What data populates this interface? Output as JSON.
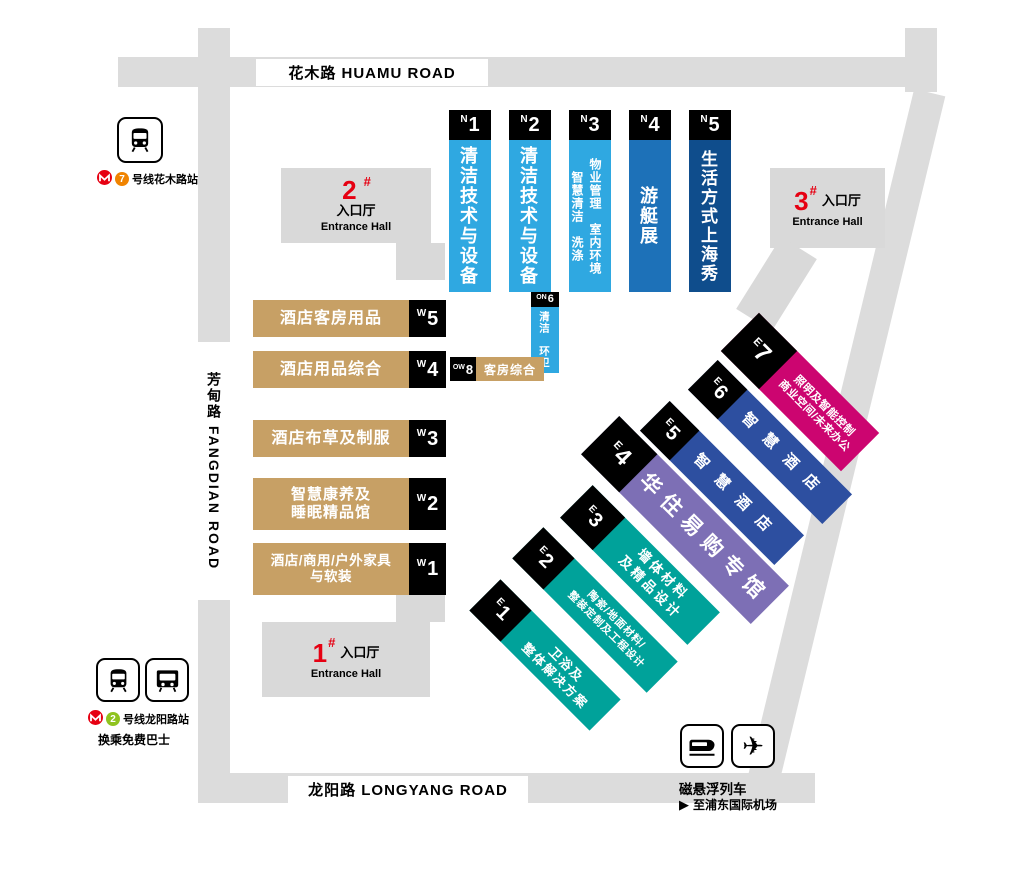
{
  "roads": {
    "huamu": {
      "label": "花木路  HUAMU ROAD"
    },
    "fangdian": {
      "label": "芳甸路 FANGDIAN ROAD"
    },
    "longyang": {
      "label": "龙阳路  LONGYANG ROAD"
    }
  },
  "entrance_halls": [
    {
      "num": "2",
      "sup": "#",
      "zh": "入口厅",
      "en": "Entrance Hall"
    },
    {
      "num": "3",
      "sup": "#",
      "zh": "入口厅",
      "en": "Entrance Hall"
    },
    {
      "num": "1",
      "sup": "#",
      "zh": "入口厅",
      "en": "Entrance Hall"
    }
  ],
  "north_halls": [
    {
      "prefix": "N",
      "num": "1",
      "lines": [
        "清洁技术与设备"
      ],
      "color": "#2fa8e1"
    },
    {
      "prefix": "N",
      "num": "2",
      "lines": [
        "清洁技术与设备"
      ],
      "color": "#2fa8e1"
    },
    {
      "prefix": "N",
      "num": "3",
      "lines": [
        "物业管理　室内环境",
        "智慧清洁　洗涤"
      ],
      "color": "#2fa8e1"
    },
    {
      "prefix": "N",
      "num": "4",
      "lines": [
        "游艇展"
      ],
      "color": "#1d71b8"
    },
    {
      "prefix": "N",
      "num": "5",
      "lines": [
        "生活方式上海秀"
      ],
      "color": "#0f4d8c"
    }
  ],
  "on6": {
    "prefix": "ON",
    "num": "6",
    "line": "清洁　环卫",
    "color": "#2fa8e1"
  },
  "west_halls": [
    {
      "prefix": "W",
      "num": "5",
      "lines": [
        "酒店客房用品"
      ]
    },
    {
      "prefix": "W",
      "num": "4",
      "lines": [
        "酒店用品综合"
      ]
    },
    {
      "prefix": "W",
      "num": "3",
      "lines": [
        "酒店布草及制服"
      ]
    },
    {
      "prefix": "W",
      "num": "2",
      "lines": [
        "智慧康养及",
        "睡眠精品馆"
      ]
    },
    {
      "prefix": "W",
      "num": "1",
      "lines": [
        "酒店/商用/户外家具",
        "与软装"
      ]
    }
  ],
  "ow8": {
    "prefix": "OW",
    "num": "8",
    "label": "客房综合"
  },
  "east_halls": [
    {
      "prefix": "E",
      "num": "1",
      "lines": [
        "卫浴及",
        "整体解决方案"
      ],
      "color": "#00a29a"
    },
    {
      "prefix": "E",
      "num": "2",
      "lines": [
        "陶瓷/地面材料/",
        "整装定制及工程设计"
      ],
      "color": "#00a29a"
    },
    {
      "prefix": "E",
      "num": "3",
      "lines": [
        "墙体材料",
        "及精品设计"
      ],
      "color": "#00a29a"
    },
    {
      "prefix": "E",
      "num": "4",
      "lines": [
        "华住易购专馆"
      ],
      "color": "#7d6fb5"
    },
    {
      "prefix": "E",
      "num": "5",
      "lines": [
        "智慧酒店"
      ],
      "color": "#2d4fa0"
    },
    {
      "prefix": "E",
      "num": "6",
      "lines": [
        "智慧酒店"
      ],
      "color": "#2d4fa0"
    },
    {
      "prefix": "E",
      "num": "7",
      "lines": [
        "照明及智能控制",
        "商业空间/未来办公"
      ],
      "color": "#cc0570"
    }
  ],
  "stations": {
    "huamu": {
      "line_num": "7",
      "line_color": "#f08300",
      "text": "号线花木路站"
    },
    "longyang": {
      "line_num": "2",
      "line_color": "#8fc31f",
      "text": "号线龙阳路站",
      "note": "换乘免费巴士"
    },
    "maglev": {
      "title": "磁悬浮列车",
      "arrow_icon": "▶",
      "dest": "至浦东国际机场",
      "plane_icon": "✈"
    }
  },
  "colors": {
    "road": "#dcdcdc",
    "entrance_gray": "#d9d9d9",
    "tan": "#c7a065",
    "accent_red": "#e60012",
    "metro_red": "#e60012"
  }
}
